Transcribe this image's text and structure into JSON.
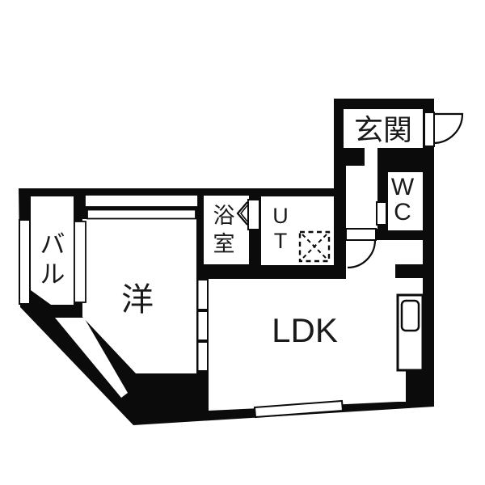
{
  "floorplan": {
    "colors": {
      "wall": "#0b0b0b",
      "floor": "#ffffff"
    },
    "rooms": {
      "genkan": {
        "label": "玄関"
      },
      "wc": {
        "lines": [
          "W",
          "C"
        ]
      },
      "bath": {
        "lines": [
          "浴",
          "室"
        ]
      },
      "ut": {
        "lines": [
          "U",
          "T"
        ]
      },
      "western": {
        "label": "洋"
      },
      "balcony": {
        "lines": [
          "バ",
          "ル"
        ]
      },
      "ldk": {
        "label": "LDK"
      }
    }
  }
}
